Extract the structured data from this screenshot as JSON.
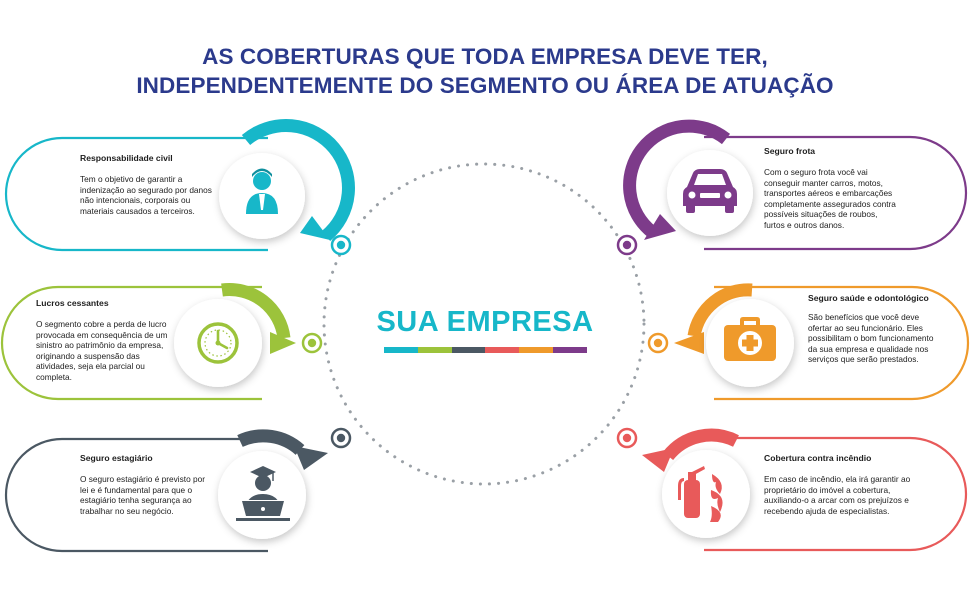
{
  "title": {
    "line1": "AS COBERTURAS QUE TODA EMPRESA DEVE TER,",
    "line2": "INDEPENDENTEMENTE DO SEGMENTO OU ÁREA DE ATUAÇÃO"
  },
  "center": {
    "label": "SUA EMPRESA",
    "bar_colors": [
      "#17b7c9",
      "#9cc33b",
      "#4b5863",
      "#e85a5a",
      "#ef9a2b",
      "#7d3b8a"
    ]
  },
  "cards": {
    "responsabilidade": {
      "title": "Responsabilidade civil",
      "body": "Tem o objetivo de garantir a indenização ao segurado por danos não intencionais, corporais ou materiais causados a terceiros.",
      "color": "#17b7c9",
      "icon": "businessman-icon"
    },
    "lucros": {
      "title": "Lucros cessantes",
      "body": "O segmento cobre a perda de lucro provocada em consequência de um sinistro ao patrimônio da empresa, originando a suspensão das atividades, seja ela parcial ou completa.",
      "color": "#9cc33b",
      "icon": "clock-icon"
    },
    "estagiario": {
      "title": "Seguro estagiário",
      "body": "O seguro estagiário é previsto por lei e é fundamental para que o estagiário tenha segurança ao trabalhar no seu negócio.",
      "color": "#4b5863",
      "icon": "graduate-laptop-icon"
    },
    "frota": {
      "title": "Seguro frota",
      "body": "Com o seguro frota você vai conseguir manter carros, motos, transportes aéreos e embarcações completamente assegurados contra possíveis situações de roubos, furtos e outros danos.",
      "color": "#7d3b8a",
      "icon": "car-icon"
    },
    "saude": {
      "title": "Seguro saúde e odontológico",
      "body": "São benefícios que você deve ofertar ao seu funcionário. Eles possibilitam o bom funcionamento da sua empresa e qualidade nos serviços que serão prestados.",
      "color": "#ef9a2b",
      "icon": "medical-kit-icon"
    },
    "incendio": {
      "title": "Cobertura contra incêndio",
      "body": "Em caso de incêndio, ela irá garantir ao proprietário do imóvel a cobertura, auxiliando-o a arcar com os prejuízos e recebendo ajuda de especialistas.",
      "color": "#e85a5a",
      "icon": "fire-extinguisher-icon"
    }
  }
}
